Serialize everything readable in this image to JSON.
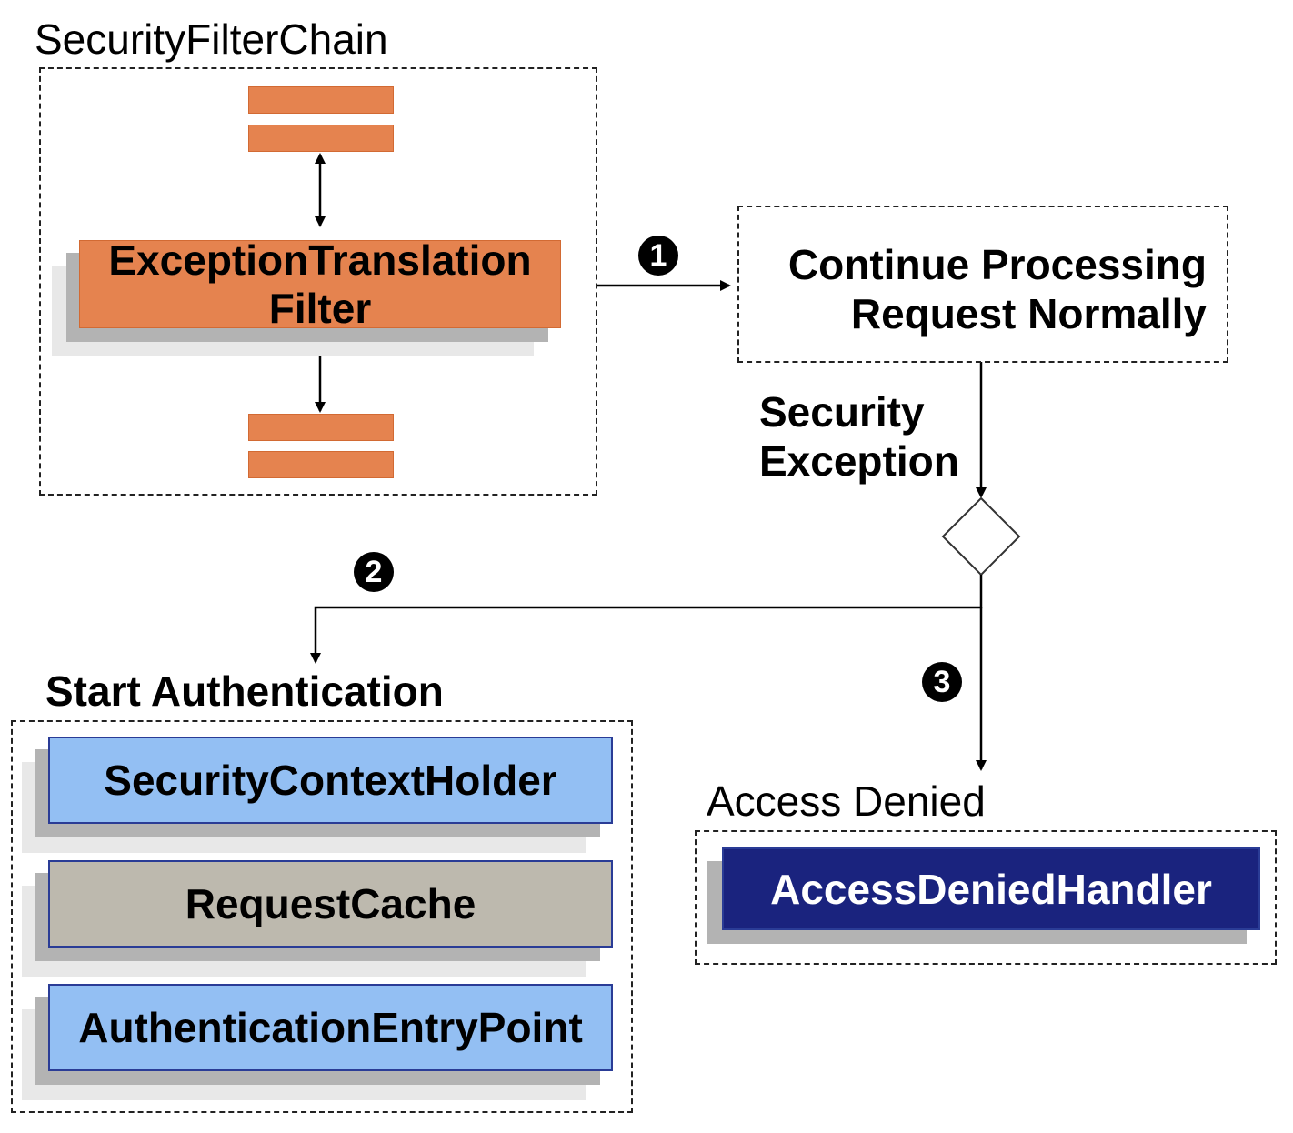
{
  "chain": {
    "title": "SecurityFilterChain",
    "filter_line1": "ExceptionTranslation",
    "filter_line2": "Filter"
  },
  "continue": {
    "line1": "Continue Processing",
    "line2": "Request Normally"
  },
  "security_exception": {
    "line1": "Security",
    "line2": "Exception"
  },
  "start_auth": {
    "title": "Start Authentication",
    "items": [
      "SecurityContextHolder",
      "RequestCache",
      "AuthenticationEntryPoint"
    ]
  },
  "access_denied": {
    "title": "Access Denied",
    "handler": "AccessDeniedHandler"
  },
  "steps": [
    "1",
    "2",
    "3"
  ],
  "colors": {
    "filter_orange": "#e5834f",
    "blue_box": "#93bff3",
    "gray_box": "#bdb9ae",
    "navy_box": "#1a237e",
    "line": "#000000"
  }
}
